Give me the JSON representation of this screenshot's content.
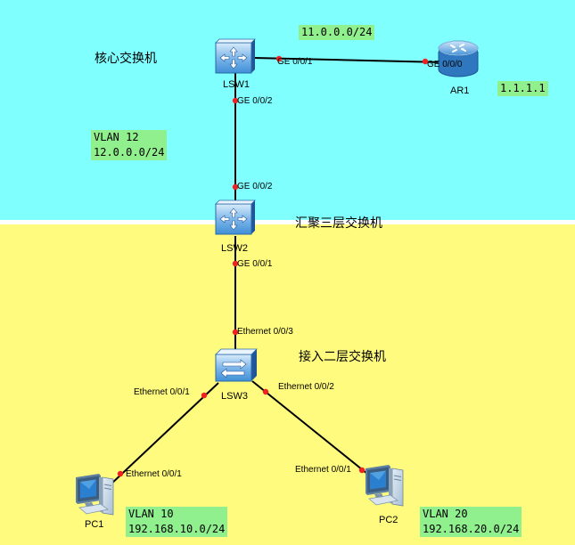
{
  "zones": {
    "core_label": "核心交换机",
    "aggregation_label": "汇聚三层交换机",
    "access_label": "接入二层交换机"
  },
  "devices": {
    "lsw1": "LSW1",
    "lsw2": "LSW2",
    "lsw3": "LSW3",
    "ar1": "AR1",
    "pc1": "PC1",
    "pc2": "PC2"
  },
  "ports": {
    "lsw1_to_ar1": "GE 0/0/1",
    "ar1_to_lsw1": "GE 0/0/0",
    "lsw1_to_lsw2": "GE 0/0/2",
    "lsw2_to_lsw1": "GE 0/0/2",
    "lsw2_to_lsw3": "GE 0/0/1",
    "lsw3_to_lsw2": "Ethernet 0/0/3",
    "lsw3_to_pc1": "Ethernet 0/0/1",
    "lsw3_to_pc2": "Ethernet 0/0/2",
    "pc1_port": "Ethernet 0/0/1",
    "pc2_port": "Ethernet 0/0/1"
  },
  "annotations": {
    "link_core_ar": "11.0.0.0/24",
    "ar1_address": "1.1.1.1",
    "vlan12_line1": "VLAN 12",
    "vlan12_line2": "12.0.0.0/24",
    "vlan10_line1": "VLAN 10",
    "vlan10_line2": "192.168.10.0/24",
    "vlan20_line1": "VLAN 20",
    "vlan20_line2": "192.168.20.0/24"
  },
  "colors": {
    "top_zone": "#80ffff",
    "bottom_zone": "#fffb7e",
    "annotation_bg": "#8ff08d",
    "port_dot": "#ee2222",
    "device_blue": "#3f8fd6"
  }
}
